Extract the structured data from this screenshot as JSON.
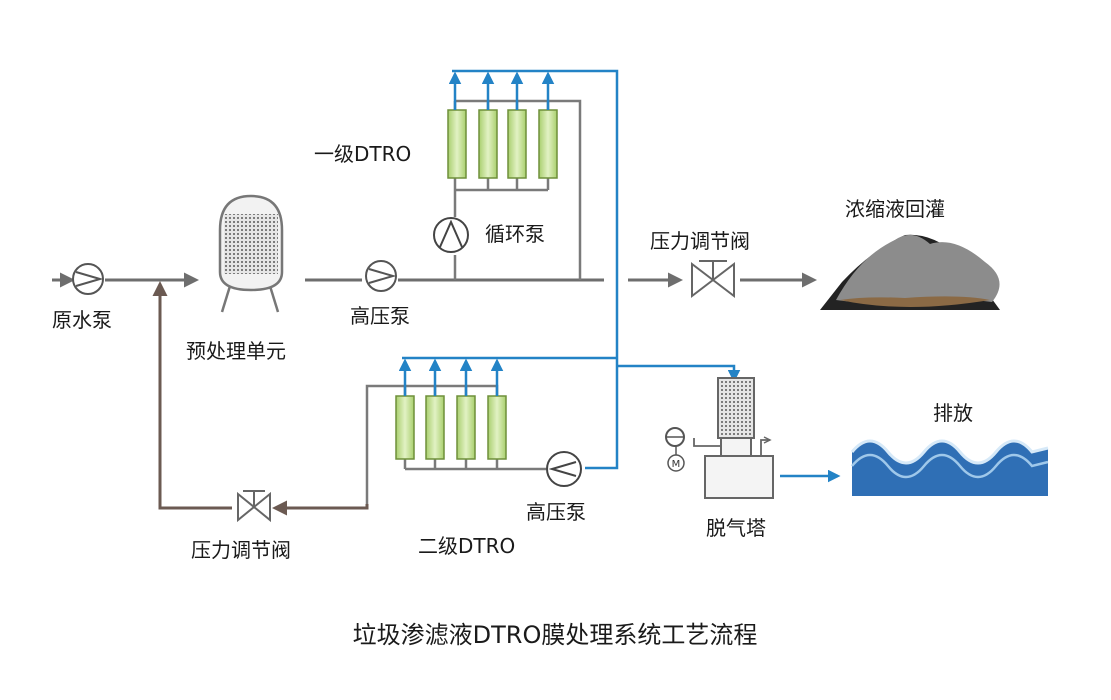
{
  "labels": {
    "raw_pump": "原水泵",
    "pretreatment": "预处理单元",
    "hp_pump_1": "高压泵",
    "stage1": "一级DTRO",
    "circ_pump": "循环泵",
    "pcv_1": "压力调节阀",
    "concentrate": "浓缩液回灌",
    "discharge": "排放",
    "degas": "脱气塔",
    "hp_pump_2": "高压泵",
    "stage2": "二级DTRO",
    "pcv_2": "压力调节阀",
    "motor": "M"
  },
  "caption": "垃圾渗滤液DTRO膜处理系统工艺流程",
  "colors": {
    "main_pipe": "#6e6e6e",
    "permeate_pipe": "#2383c6",
    "return_pipe": "#6b5a52",
    "membrane": "#c6e29a",
    "water": "#2f6fb5"
  }
}
